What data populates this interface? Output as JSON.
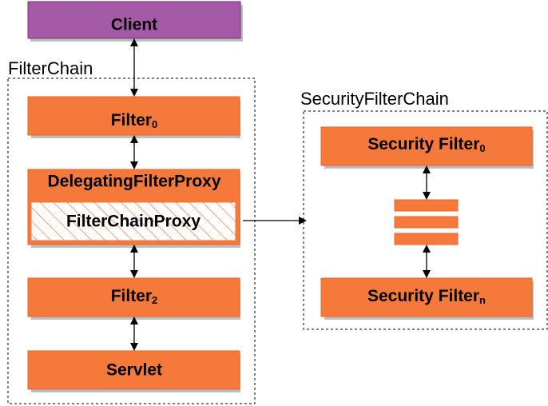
{
  "client": {
    "label": "Client"
  },
  "filter_chain": {
    "title": "FilterChain",
    "filter0": {
      "label": "Filter",
      "sub": "0"
    },
    "delegating": {
      "label": "DelegatingFilterProxy"
    },
    "filter_chain_proxy": {
      "label": "FilterChainProxy"
    },
    "filter2": {
      "label": "Filter",
      "sub": "2"
    },
    "servlet": {
      "label": "Servlet"
    }
  },
  "security_filter_chain": {
    "title": "SecurityFilterChain",
    "security_filter0": {
      "label": "Security Filter",
      "sub": "0"
    },
    "security_filtern": {
      "label": "Security Filter",
      "sub": "n"
    }
  },
  "colors": {
    "client_fill": "#a45aa6",
    "client_stroke": "#7a2f7d",
    "box_fill": "#f4793b",
    "box_stroke": "#e8652a",
    "shadow": "#bdbdbd",
    "hatch": "#f4793b"
  }
}
